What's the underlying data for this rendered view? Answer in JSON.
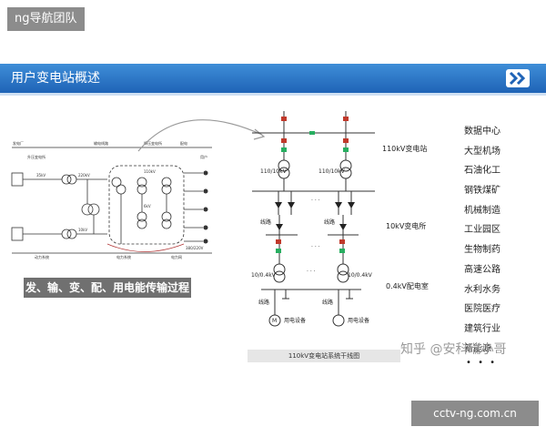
{
  "watermark_top": "ng导航团队",
  "banner": {
    "title": "用户变电站概述",
    "icon": "double-chevron-right-icon",
    "color": "#2a73c8"
  },
  "left_diagram": {
    "caption": "发、输、变、配、用电能传输过程",
    "labels": [
      "发电厂",
      "升压变电所",
      "输电线路",
      "降压变电所",
      "配电",
      "用户",
      "电力系统",
      "动力系统",
      "电力网",
      "220kV",
      "35kV",
      "10kV",
      "6kV",
      "380/220V",
      "110kV"
    ]
  },
  "right_diagram": {
    "caption": "110kV变电站系统干线图",
    "level_110": "110kV变电站",
    "level_10": "10kV变电所",
    "level_04": "0.4kV配电室",
    "xfmr_1": "110/10kV",
    "xfmr_2": "110/10kV",
    "xfmr_3": "10/0.4kV",
    "xfmr_4": "10/0.4kV",
    "feeder_1": "线路",
    "feeder_2": "线路",
    "feeder_3": "线路",
    "feeder_4": "线路",
    "load_1": "用电设备",
    "load_2": "用电设备",
    "motor": "M",
    "ellipsis": "· · ·",
    "ellipsis_2": "· · ·",
    "ellipsis_3": "· · ·"
  },
  "industries": [
    "数据中心",
    "大型机场",
    "石油化工",
    "钢铁煤矿",
    "机械制造",
    "工业园区",
    "生物制药",
    "高速公路",
    "水利水务",
    "医院医疗",
    "建筑行业",
    "新能源"
  ],
  "industries_more": "• • •",
  "watermark_zhihu": "知乎 @安科瑞小哥",
  "watermark_bottom": "cctv-ng.com.cn"
}
